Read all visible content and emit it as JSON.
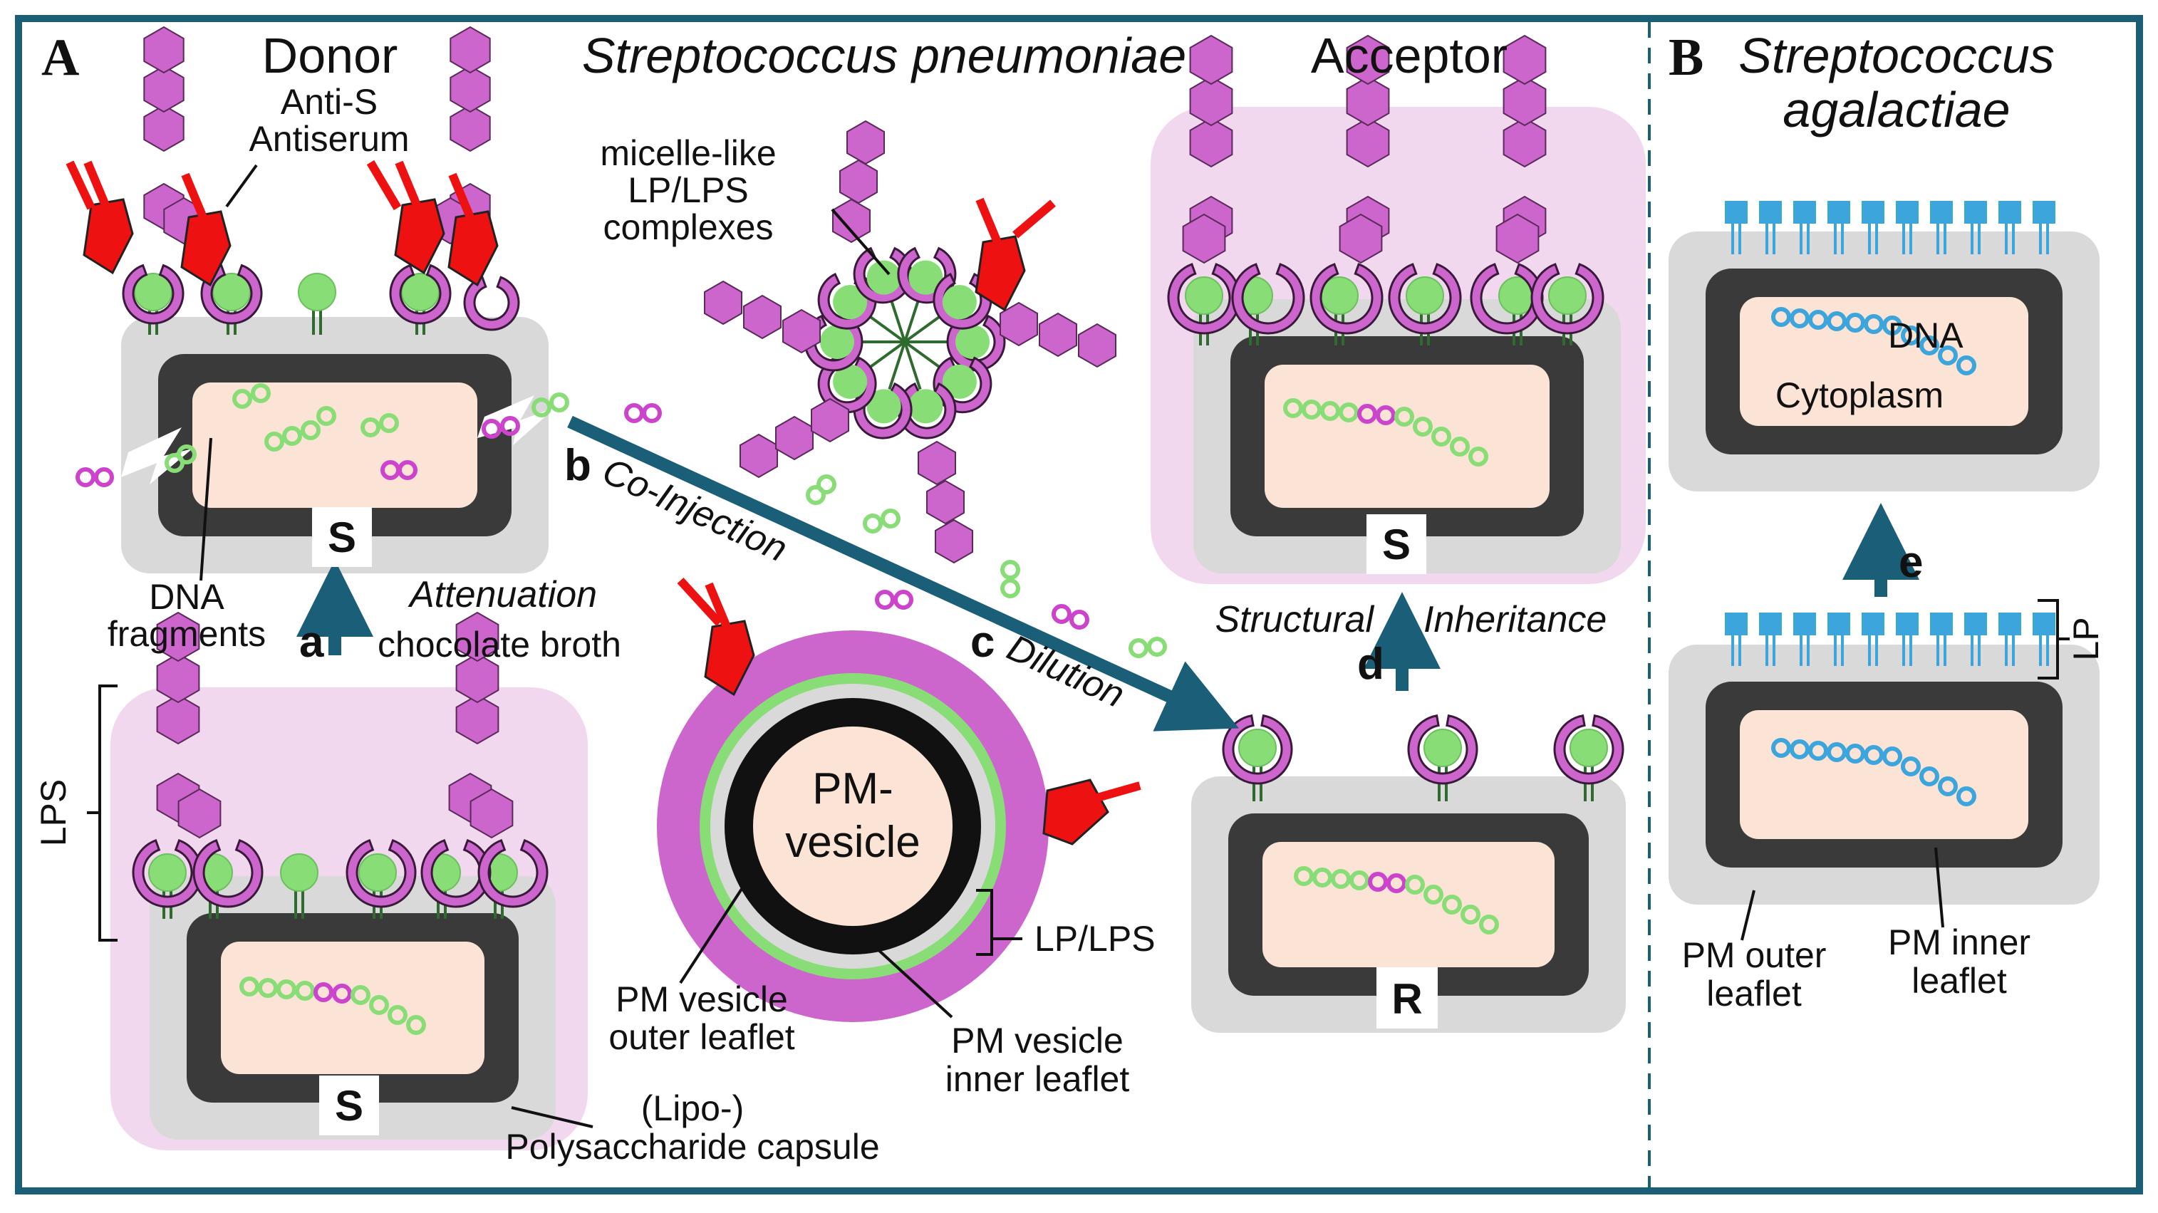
{
  "panels": {
    "A": {
      "letter": "A",
      "species": "Streptococcus pneumoniae",
      "donor_title": "Donor",
      "acceptor_title": "Acceptor",
      "antiserum": [
        "Anti-S",
        "Antiserum"
      ],
      "micelle": [
        "micelle-like",
        "LP/LPS",
        "complexes"
      ],
      "dna_fragments": [
        "DNA",
        "fragments"
      ],
      "lps_bracket": "LPS",
      "capsule": [
        "(Lipo-)",
        "Polysaccharide capsule"
      ],
      "pm_vesicle": [
        "PM-",
        "vesicle"
      ],
      "lp_lps_bracket": "LP/LPS",
      "vesicle_outer": [
        "PM vesicle",
        "outer leaflet"
      ],
      "vesicle_inner": [
        "PM vesicle",
        "inner leaflet"
      ],
      "badges": {
        "donor": "S",
        "bottom": "S",
        "acceptor_top": "S",
        "acceptor_bottom": "R"
      },
      "steps": {
        "a": {
          "letter": "a",
          "text1": "Attenuation",
          "text2": "chocolate broth"
        },
        "b": {
          "letter": "b",
          "text": "Co-Injection"
        },
        "c": {
          "letter": "c",
          "text": "Dilution"
        },
        "d": {
          "letter": "d",
          "text1": "Structural",
          "text2": "Inheritance"
        }
      }
    },
    "B": {
      "letter": "B",
      "species": [
        "Streptococcus",
        "agalactiae"
      ],
      "dna": "DNA",
      "cytoplasm": "Cytoplasm",
      "lp_bracket": "LP",
      "pm_outer": [
        "PM outer",
        "leaflet"
      ],
      "pm_inner": [
        "PM inner",
        "leaflet"
      ],
      "step_e": "e"
    }
  },
  "colors": {
    "frame": "#1b5e78",
    "arrow": "#1b5e78",
    "membrane_grey": "#d9d9d9",
    "wall_dark": "#3a3a3a",
    "cytoplasm": "#fbe3d6",
    "capsule_pink": "#f2d8ee",
    "polysaccharide": "#cc66cc",
    "lipid_head": "#88dd77",
    "lipoprotein_blue": "#3ca5dc",
    "antibody_red": "#ee1111",
    "dna_green": "#88dd77",
    "dna_magenta": "#cc44cc",
    "dna_blue": "#3ca5dc"
  }
}
